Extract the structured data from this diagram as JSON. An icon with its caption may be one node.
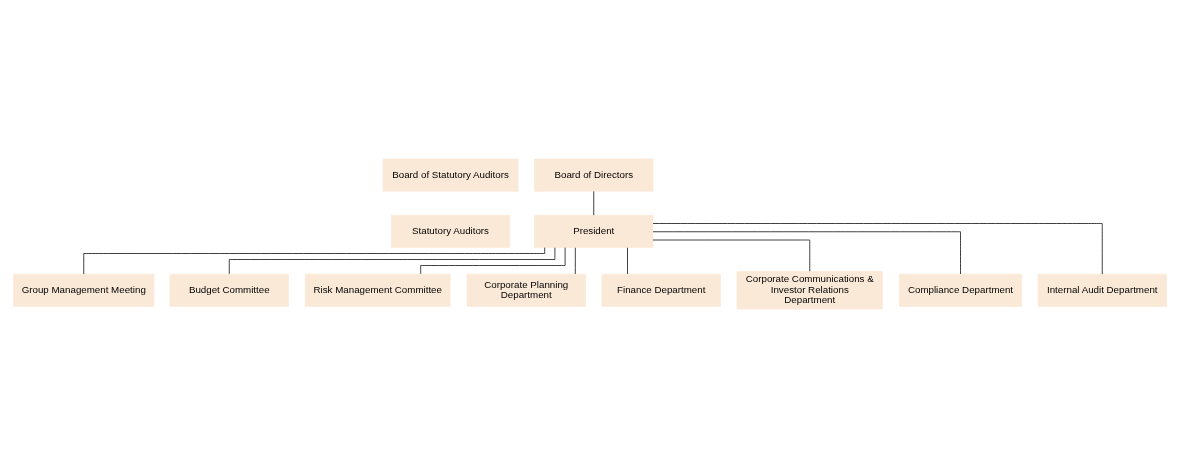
{
  "diagram": {
    "nodes": [
      {
        "text": [
          "Board of Statutory Auditors"
        ]
      },
      {
        "text": [
          "Statutory Auditors"
        ]
      },
      {
        "text": [
          "Board of Directors"
        ]
      },
      {
        "text": [
          "President"
        ]
      },
      {
        "text": [
          "Group Management Meeting"
        ]
      },
      {
        "text": [
          "Budget Committee"
        ]
      },
      {
        "text": [
          "Risk Management Committee"
        ]
      },
      {
        "text": [
          "Corporate Planning Department"
        ]
      },
      {
        "text": [
          "Finance Department"
        ]
      },
      {
        "text": [
          "Corporate Communications & Investor Relations Department"
        ]
      },
      {
        "text": [
          "Compliance Department"
        ]
      },
      {
        "text": [
          "Internal Audit Department"
        ]
      }
    ],
    "edges": [
      {
        "from": 2,
        "to": 3,
        "arrow": "none"
      },
      {
        "from": 3,
        "to": 4,
        "arrow": "none"
      },
      {
        "from": 3,
        "to": 5,
        "arrow": "none"
      },
      {
        "from": 3,
        "to": 6,
        "arrow": "none"
      },
      {
        "from": 3,
        "to": 7,
        "arrow": "none"
      },
      {
        "from": 3,
        "to": 8,
        "arrow": "none"
      },
      {
        "from": 3,
        "to": 9,
        "arrow": "none"
      },
      {
        "from": 3,
        "to": 10,
        "arrow": "none"
      },
      {
        "from": 3,
        "to": 11,
        "arrow": "none"
      }
    ]
  }
}
